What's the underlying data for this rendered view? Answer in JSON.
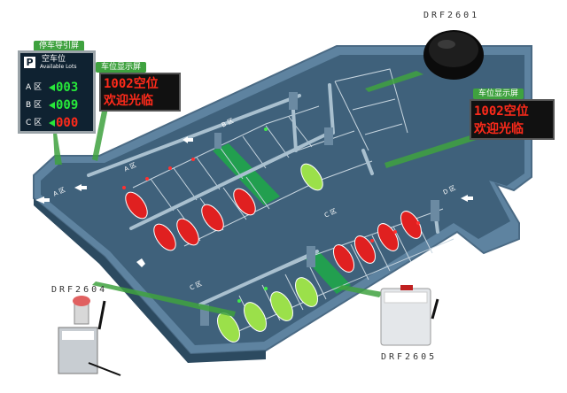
{
  "labels": {
    "guide_screen": "停车导引屏",
    "spot_screen_left": "车位显示屏",
    "spot_screen_right": "车位显示屏"
  },
  "devices": {
    "d2601": "DRF2601",
    "d2604": "DRF2604",
    "d2605": "DRF2605"
  },
  "led_left": {
    "line1": "1002空位",
    "line2": "欢迎光临"
  },
  "led_right": {
    "line1": "1002空位",
    "line2": "欢迎光临"
  },
  "guide": {
    "icon": "P",
    "title": "空车位",
    "subtitle": "Available Lots",
    "rows": [
      {
        "zone": "A 区",
        "value": "003",
        "color": "#27e83a"
      },
      {
        "zone": "B 区",
        "value": "009",
        "color": "#27e83a"
      },
      {
        "zone": "C 区",
        "value": "000",
        "color": "#ff2a1a"
      }
    ]
  },
  "zones": {
    "a": "A 区",
    "b": "B 区",
    "c": "C 区",
    "d": "D 区"
  },
  "colors": {
    "floor": "#3f617b",
    "wall": "#5e83a0",
    "rail": "#a9c0cf",
    "occupied": "#e02020",
    "free": "#9be04a",
    "label_green": "#3fa23f",
    "zone_green": "#1fa64a"
  }
}
